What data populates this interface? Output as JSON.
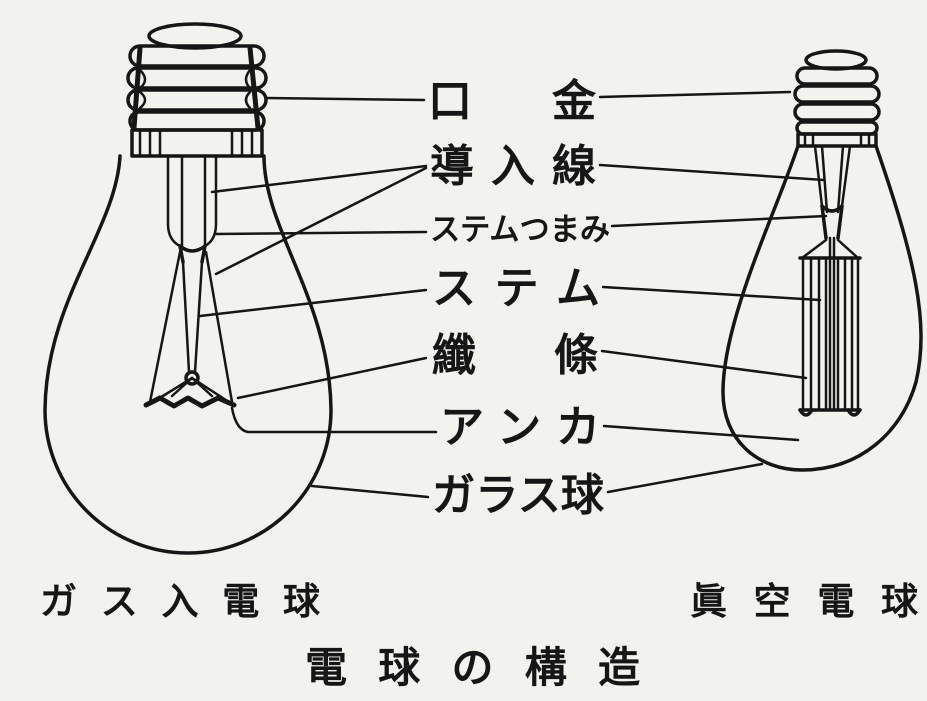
{
  "figure": {
    "title": "電 球 の 構 造"
  },
  "labels": {
    "cap": "口 金",
    "lead_in_wire": "導入線",
    "stem_pinch": "ステムつまみ",
    "stem": "ステム",
    "filament": "纖 條",
    "anchor": "アンカ",
    "glass_bulb": "ガラス球"
  },
  "captions": {
    "gas_filled_bulb": "ガス入電球",
    "vacuum_bulb": "眞空電球"
  },
  "colors": {
    "ink": "#161616",
    "paper": "#f2f2ef"
  }
}
